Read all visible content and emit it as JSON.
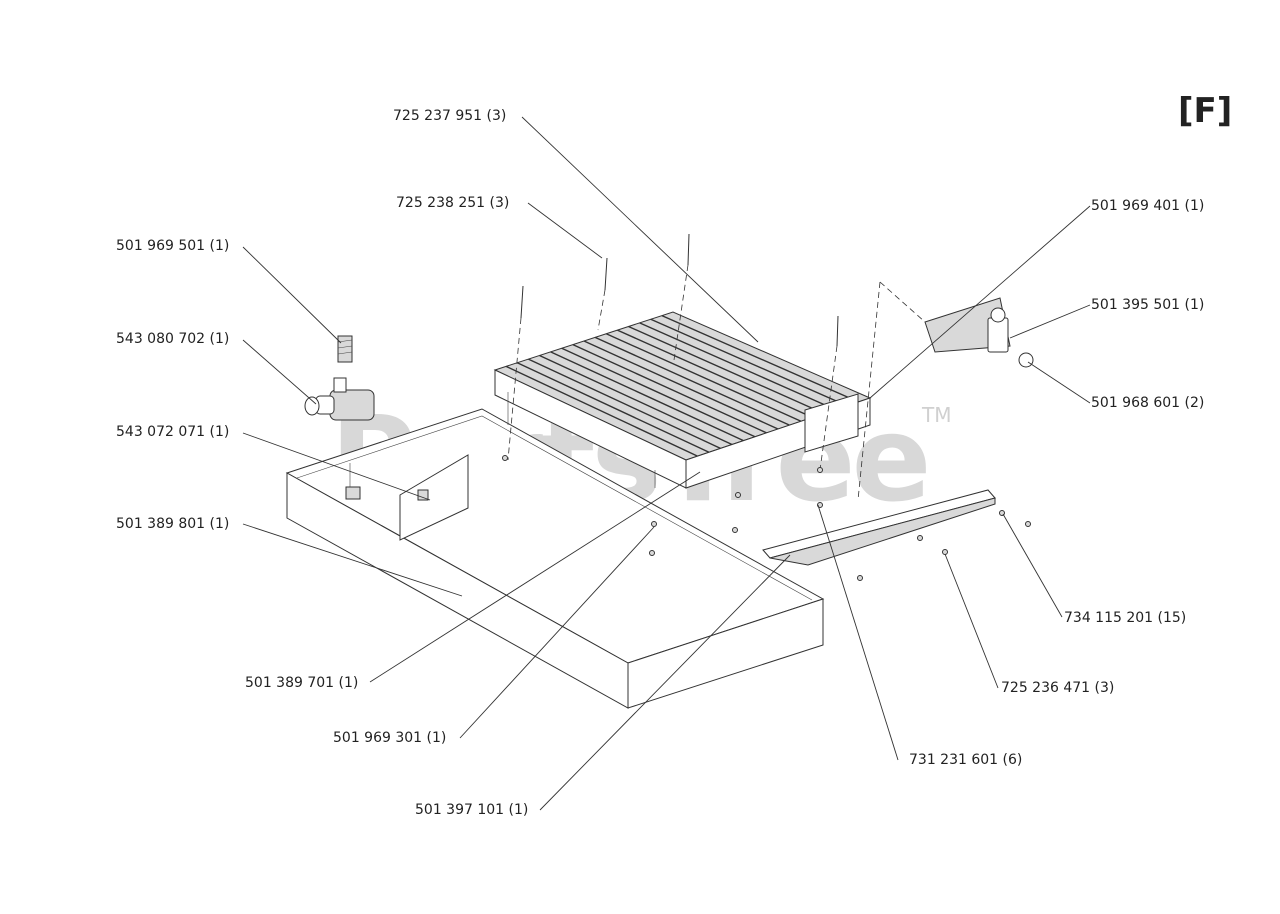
{
  "view_label": "[F]",
  "watermark": {
    "text": "PartsTree",
    "trademark": "TM"
  },
  "callouts": [
    {
      "id": "c1",
      "text": "725 237 951 (3)"
    },
    {
      "id": "c2",
      "text": "725 238 251 (3)"
    },
    {
      "id": "c3",
      "text": "501 969 401 (1)"
    },
    {
      "id": "c4",
      "text": "501 969 501 (1)"
    },
    {
      "id": "c5",
      "text": "501 395 501 (1)"
    },
    {
      "id": "c6",
      "text": "543 080 702 (1)"
    },
    {
      "id": "c7",
      "text": "501 968 601 (2)"
    },
    {
      "id": "c8",
      "text": "543 072 071 (1)"
    },
    {
      "id": "c9",
      "text": "501 389 801 (1)"
    },
    {
      "id": "c10",
      "text": "734 115 201 (15)"
    },
    {
      "id": "c11",
      "text": "501 389 701 (1)"
    },
    {
      "id": "c12",
      "text": "725 236 471 (3)"
    },
    {
      "id": "c13",
      "text": "501 969 301 (1)"
    },
    {
      "id": "c14",
      "text": "731 231 601 (6)"
    },
    {
      "id": "c15",
      "text": "501 397 101 (1)"
    }
  ]
}
